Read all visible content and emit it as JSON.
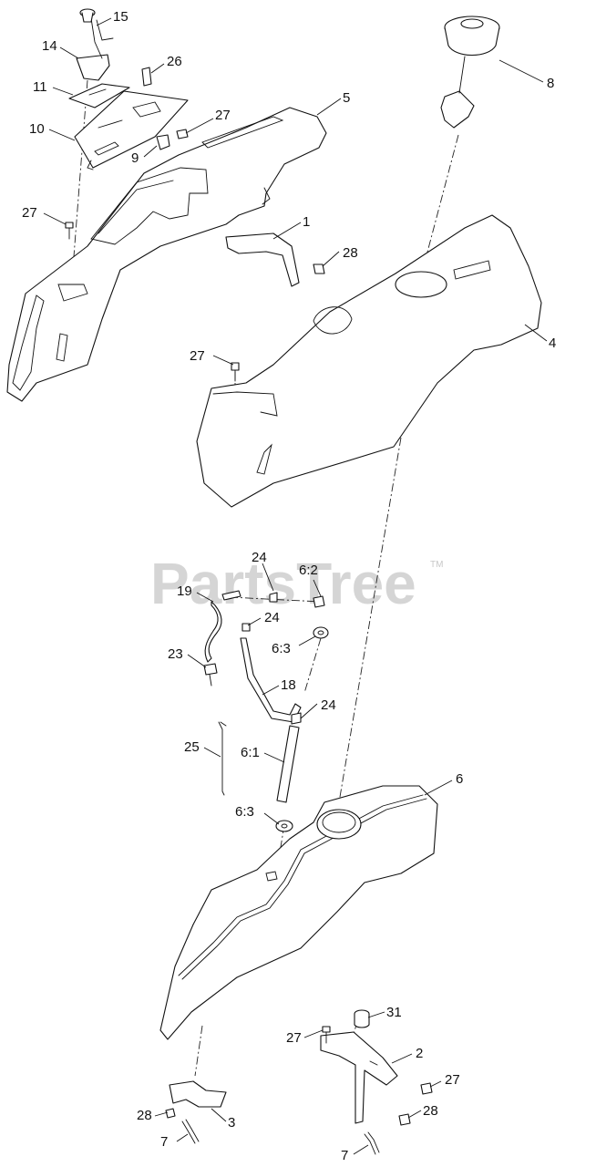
{
  "watermark": {
    "text": "PartsTree",
    "trademark": "TM"
  },
  "callouts": {
    "c15": "15",
    "c14": "14",
    "c26": "26",
    "c11": "11",
    "c10": "10",
    "c27a": "27",
    "c9": "9",
    "c5": "5",
    "c8": "8",
    "c27b": "27",
    "c1": "1",
    "c28a": "28",
    "c27c": "27",
    "c4": "4",
    "c24a": "24",
    "c62": "6:2",
    "c19": "19",
    "c24b": "24",
    "c23": "23",
    "c63a": "6:3",
    "c18": "18",
    "c24c": "24",
    "c25": "25",
    "c61": "6:1",
    "c63b": "6:3",
    "c6": "6",
    "c31": "31",
    "c27d": "27",
    "c2": "2",
    "c27e": "27",
    "c28b": "28",
    "c28c": "28",
    "c3": "3",
    "c7a": "7",
    "c7b": "7"
  }
}
